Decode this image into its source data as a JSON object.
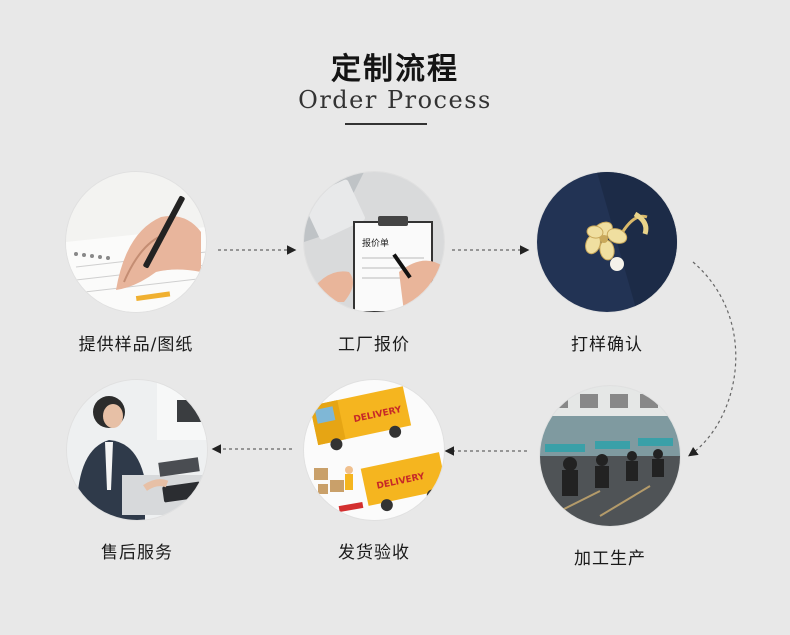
{
  "header": {
    "title": "定制流程",
    "subtitle": "Order Process"
  },
  "steps": [
    {
      "label": "提供样品/图纸",
      "icon": "hand-drawing-sketch-icon"
    },
    {
      "label": "工厂报价",
      "icon": "clipboard-quote-icon"
    },
    {
      "label": "打样确认",
      "icon": "flower-brooch-sample-icon"
    },
    {
      "label": "加工生产",
      "icon": "factory-production-icon"
    },
    {
      "label": "发货验收",
      "icon": "delivery-truck-icon"
    },
    {
      "label": "售后服务",
      "icon": "customer-service-icon"
    }
  ],
  "truck_text": "DELIVERY",
  "clipboard_text": "报价单"
}
